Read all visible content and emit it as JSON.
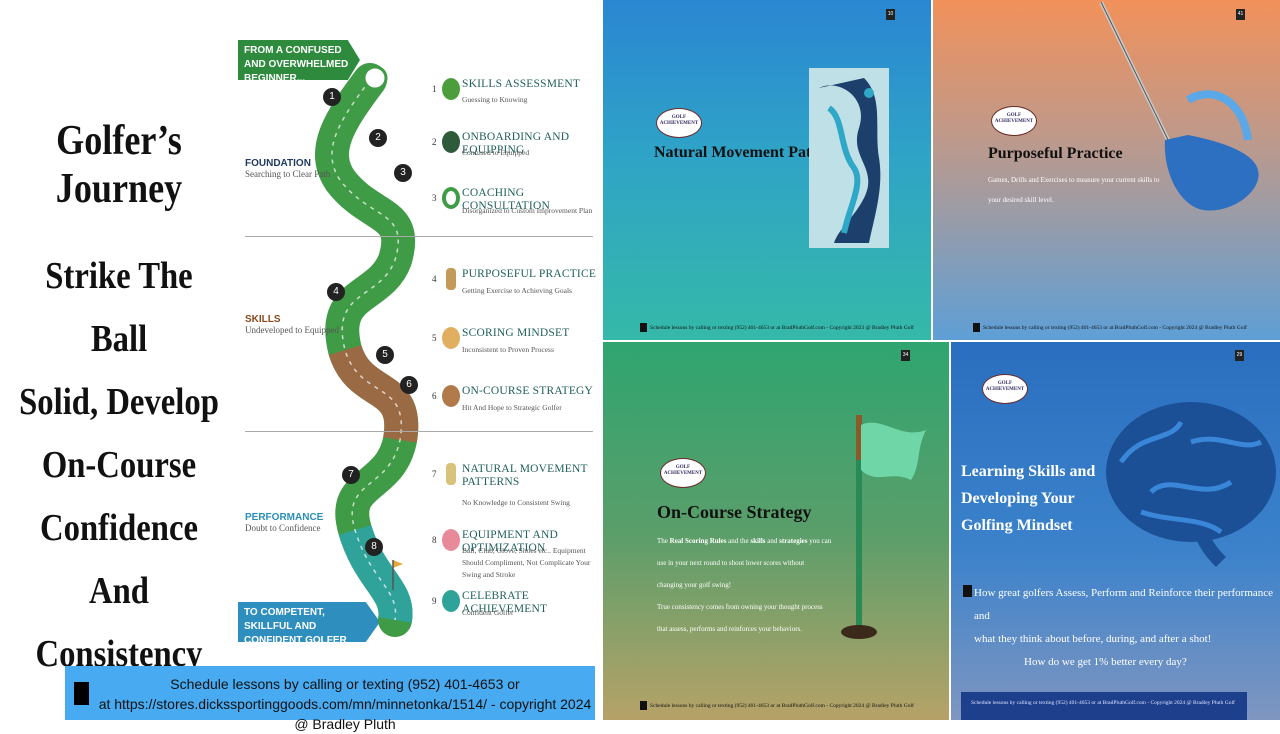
{
  "left_panel": {
    "title": "Golfer’s Journey",
    "tagline_lines": [
      "Strike The Ball",
      "Solid, Develop",
      "On-Course",
      "Confidence And",
      "Consistency"
    ],
    "banner_top": "FROM A CONFUSED AND OVERWHELMED BEGINNER...",
    "banner_bottom": "TO COMPETENT, SKILLFUL AND CONFIDENT GOLFER",
    "phases": [
      {
        "name": "FOUNDATION",
        "sub": "Searching to Clear Path"
      },
      {
        "name": "SKILLS",
        "sub": "Undeveloped to Equipped"
      },
      {
        "name": "PERFORMANCE",
        "sub": "Doubt to Confidence"
      }
    ],
    "steps": [
      {
        "num": "1",
        "title": "SKILLS ASSESSMENT",
        "sub": "Guessing to Knowing"
      },
      {
        "num": "2",
        "title": "ONBOARDING AND EQUIPPING",
        "sub": "Confused to Equipped"
      },
      {
        "num": "3",
        "title": "COACHING CONSULTATION",
        "sub": "Disorganized to Custom Improvement  Plan"
      },
      {
        "num": "4",
        "title": "PURPOSEFUL PRACTICE",
        "sub": "Getting Exercise to Achieving Goals"
      },
      {
        "num": "5",
        "title": "SCORING MINDSET",
        "sub": "Inconsistent to Proven Process"
      },
      {
        "num": "6",
        "title": "ON-COURSE STRATEGY",
        "sub": "Hit And Hope to Strategic Golfer"
      },
      {
        "num": "7",
        "title": "NATURAL MOVEMENT PATTERNS",
        "sub": "No Knowledge to Consistent Swing"
      },
      {
        "num": "8",
        "title": "EQUIPMENT AND OPTIMIZATION",
        "sub": "Ball, Club, Glove, Shoes etc.. Equipment Should Compliment, Not Complicate Your Swing and Stroke"
      },
      {
        "num": "9",
        "title": "CELEBRATE ACHIEVEMENT",
        "sub": "Confident Golfer"
      }
    ],
    "road_numbers": [
      "1",
      "2",
      "3",
      "4",
      "5",
      "6",
      "7",
      "8"
    ],
    "schedule_line1": "Schedule lessons by calling or texting (952) 401-4653 or",
    "schedule_line2": "at https://stores.dickssportinggoods.com/mn/minnetonka/1514/ - copyright 2024 @ Bradley Pluth"
  },
  "slides": [
    {
      "page": "10",
      "logo_top": "GOLF",
      "logo_bottom": "ACHIEVEMENT",
      "title": "Natural Movement Patterns",
      "footer": "Schedule lessons by calling or texting (952) 401-4653 or at BradPluthGolf.com - Copyright 2023 @ Bradley Pluth Golf"
    },
    {
      "page": "41",
      "logo_top": "GOLF",
      "logo_bottom": "ACHIEVEMENT",
      "title": "Purposeful Practice",
      "body_line1": "Games, Drills and Exercises to measure your current skills to",
      "body_line2": "your desired skill level.",
      "footer": "Schedule lessons by calling or texting (952) 401-4653 or at BradPluthGolf.com - Copyright 2024 @ Bradley Pluth Golf"
    },
    {
      "page": "34",
      "logo_top": "GOLF",
      "logo_bottom": "ACHIEVEMENT",
      "title": "On-Course Strategy",
      "body_p1_a": "The ",
      "body_p1_b": "Real Scoring Rules",
      "body_p1_c": " and the ",
      "body_p1_d": "skills",
      "body_p1_e": " and ",
      "body_p1_f": "strategies",
      "body_p1_g": " you can",
      "body_line2": "use in your next round to shoot lower scores without",
      "body_line3": "changing  your golf swing!",
      "body_line4": "True consistency comes from owning your thought process",
      "body_line5": "that assess, performs and reinforces your behaviors.",
      "footer": "Schedule lessons by calling or texting (952) 401-4653 or at BradPluthGolf.com - Copyright 2024 @ Bradley Pluth Golf"
    },
    {
      "page": "29",
      "logo_top": "GOLF",
      "logo_bottom": "ACHIEVEMENT",
      "title_lines": [
        "Learning Skills and",
        "Developing Your",
        "Golfing Mindset"
      ],
      "body_line1": "How great golfers Assess, Perform and Reinforce their performance and",
      "body_line2": "what they think about before, during, and after a shot!",
      "question": "How do we get 1% better every day?",
      "footer": "Schedule lessons by calling or texting (952) 401-4653 or at BradPluthGolf.com - Copyright 2024 @ Bradley Pluth Golf"
    }
  ]
}
